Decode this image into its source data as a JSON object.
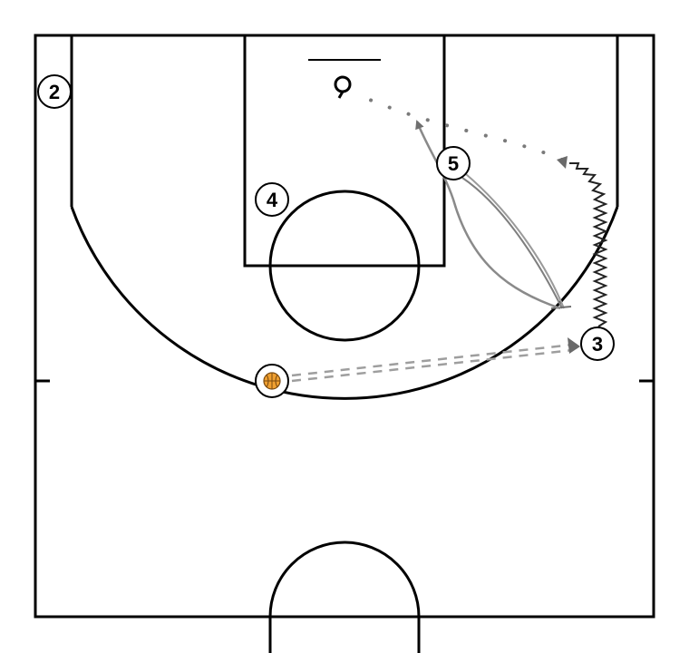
{
  "diagram": {
    "players": [
      {
        "id": "p2",
        "label": "2"
      },
      {
        "id": "p4",
        "label": "4"
      },
      {
        "id": "p5",
        "label": "5"
      },
      {
        "id": "p3",
        "label": "3"
      }
    ],
    "ball_handler": {
      "icon": "basketball-icon"
    },
    "colors": {
      "lines": "#000000",
      "movement": "#7f7f7f",
      "pass": "#9e9e9e",
      "ball": "#f0a030"
    }
  }
}
